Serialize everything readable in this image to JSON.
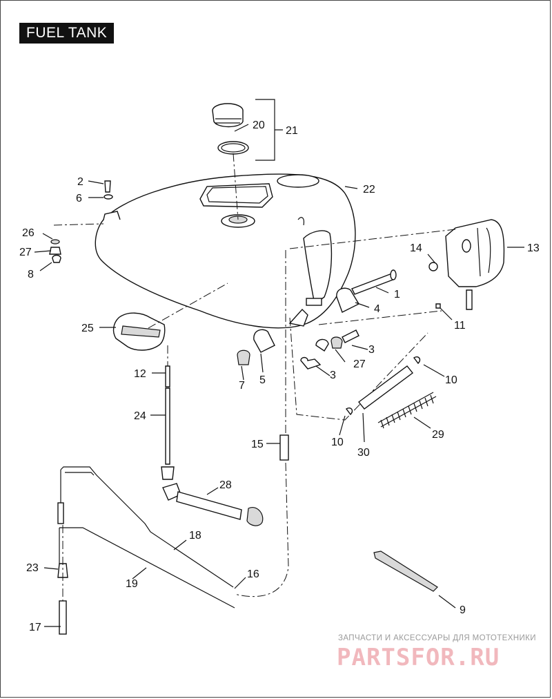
{
  "title": "FUEL TANK",
  "callouts": [
    {
      "id": "c1",
      "text": "1"
    },
    {
      "id": "c2",
      "text": "2"
    },
    {
      "id": "c3a",
      "text": "3"
    },
    {
      "id": "c3b",
      "text": "3"
    },
    {
      "id": "c4",
      "text": "4"
    },
    {
      "id": "c5",
      "text": "5"
    },
    {
      "id": "c6",
      "text": "6"
    },
    {
      "id": "c7",
      "text": "7"
    },
    {
      "id": "c8",
      "text": "8"
    },
    {
      "id": "c9",
      "text": "9"
    },
    {
      "id": "c10a",
      "text": "10"
    },
    {
      "id": "c10b",
      "text": "10"
    },
    {
      "id": "c11",
      "text": "11"
    },
    {
      "id": "c12",
      "text": "12"
    },
    {
      "id": "c13",
      "text": "13"
    },
    {
      "id": "c14",
      "text": "14"
    },
    {
      "id": "c15",
      "text": "15"
    },
    {
      "id": "c16",
      "text": "16"
    },
    {
      "id": "c17",
      "text": "17"
    },
    {
      "id": "c18",
      "text": "18"
    },
    {
      "id": "c19",
      "text": "19"
    },
    {
      "id": "c20",
      "text": "20"
    },
    {
      "id": "c21",
      "text": "21"
    },
    {
      "id": "c22",
      "text": "22"
    },
    {
      "id": "c23",
      "text": "23"
    },
    {
      "id": "c24",
      "text": "24"
    },
    {
      "id": "c25",
      "text": "25"
    },
    {
      "id": "c26",
      "text": "26"
    },
    {
      "id": "c27a",
      "text": "27"
    },
    {
      "id": "c27b",
      "text": "27"
    },
    {
      "id": "c28",
      "text": "28"
    },
    {
      "id": "c29",
      "text": "29"
    },
    {
      "id": "c30",
      "text": "30"
    }
  ],
  "watermark": {
    "tagline": "ЗАПЧАСТИ И АКСЕССУАРЫ ДЛЯ МОТОТЕХНИКИ",
    "logo": "PARTSFOR.RU"
  },
  "colors": {
    "ink": "#111111",
    "title_bg": "#111111",
    "title_fg": "#ffffff",
    "watermark_logo": "#f1b8bd",
    "watermark_text": "#9a9a9a"
  }
}
